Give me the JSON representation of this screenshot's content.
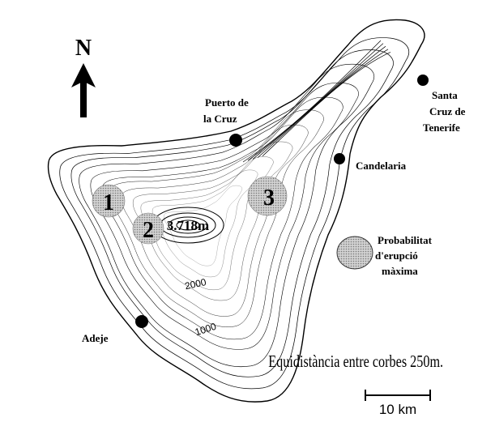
{
  "north": {
    "letter": "N"
  },
  "towns": [
    {
      "name_lines": [
        "Puerto de",
        "la Cruz"
      ]
    },
    {
      "name_lines": [
        "Santa",
        "Cruz de",
        "Tenerife"
      ]
    },
    {
      "name_lines": [
        "Candelaria"
      ]
    },
    {
      "name_lines": [
        "Adeje"
      ]
    }
  ],
  "zones": [
    {
      "number": "1"
    },
    {
      "number": "2"
    },
    {
      "number": "3"
    }
  ],
  "summit": {
    "label": "3.718m"
  },
  "contour_labels": [
    "2000",
    "1000"
  ],
  "legend": {
    "lines": [
      "Probabilitat",
      "d'erupció",
      "màxima"
    ]
  },
  "equidistance": "Equidistància entre corbes 250m.",
  "scale": {
    "label": "10 km"
  },
  "colors": {
    "ink": "#000000",
    "zone_fill": "#bdbdbd",
    "paper": "#ffffff"
  }
}
